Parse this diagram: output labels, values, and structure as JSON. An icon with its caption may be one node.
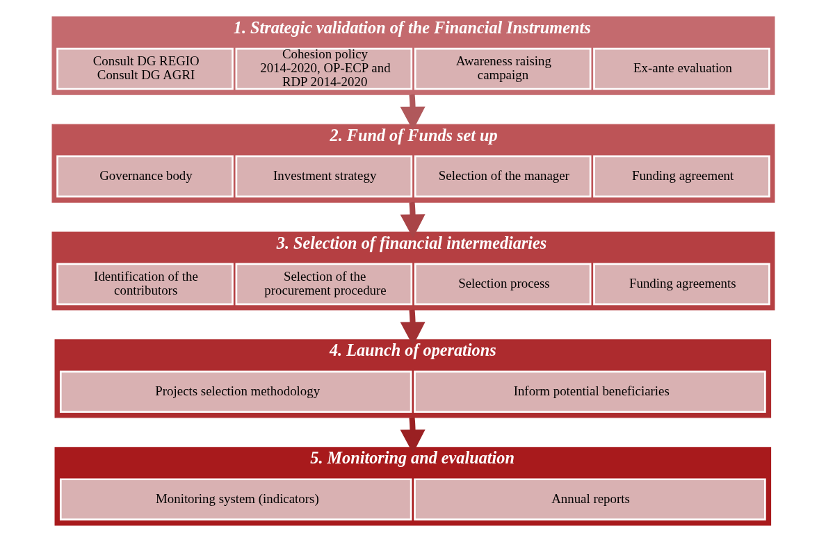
{
  "diagram": {
    "nodes": [
      {
        "text": [
          "1. Strategic validation of the Financial Instruments"
        ]
      },
      {
        "text": [
          "Consult DG REGIO",
          "Consult DG AGRI"
        ],
        "in": 0
      },
      {
        "text": [
          "Cohesion policy 2014-2020, OP-ECP and RDP 2014-2020"
        ],
        "in": 0
      },
      {
        "text": [
          "Awareness raising campaign"
        ],
        "in": 0
      },
      {
        "text": [
          "Ex-ante evaluation"
        ],
        "in": 0
      },
      {
        "text": [
          "2. Fund of Funds set up"
        ]
      },
      {
        "text": [
          "Governance body"
        ],
        "in": 5
      },
      {
        "text": [
          "Investment strategy"
        ],
        "in": 5
      },
      {
        "text": [
          "Selection of the manager"
        ],
        "in": 5
      },
      {
        "text": [
          "Funding agreement"
        ],
        "in": 5
      },
      {
        "text": [
          "3. Selection of financial intermediaries"
        ]
      },
      {
        "text": [
          "Identification of the contributors"
        ],
        "in": 10
      },
      {
        "text": [
          "Selection of the procurement procedure"
        ],
        "in": 10
      },
      {
        "text": [
          "Selection process"
        ],
        "in": 10
      },
      {
        "text": [
          "Funding agreements"
        ],
        "in": 10
      },
      {
        "text": [
          "4. Launch of operations"
        ]
      },
      {
        "text": [
          "Projects selection methodology"
        ],
        "in": 15
      },
      {
        "text": [
          "Inform potential beneficiaries"
        ],
        "in": 15
      },
      {
        "text": [
          "5. Monitoring and evaluation"
        ]
      },
      {
        "text": [
          "Monitoring system (indicators)"
        ],
        "in": 18
      },
      {
        "text": [
          "Annual reports"
        ],
        "in": 18
      }
    ],
    "edges": [
      {
        "from": 0,
        "to": 5,
        "arrow": "to"
      },
      {
        "from": 5,
        "to": 10,
        "arrow": "to"
      },
      {
        "from": 10,
        "to": 15,
        "arrow": "to"
      },
      {
        "from": 15,
        "to": 18,
        "arrow": "to"
      }
    ]
  }
}
